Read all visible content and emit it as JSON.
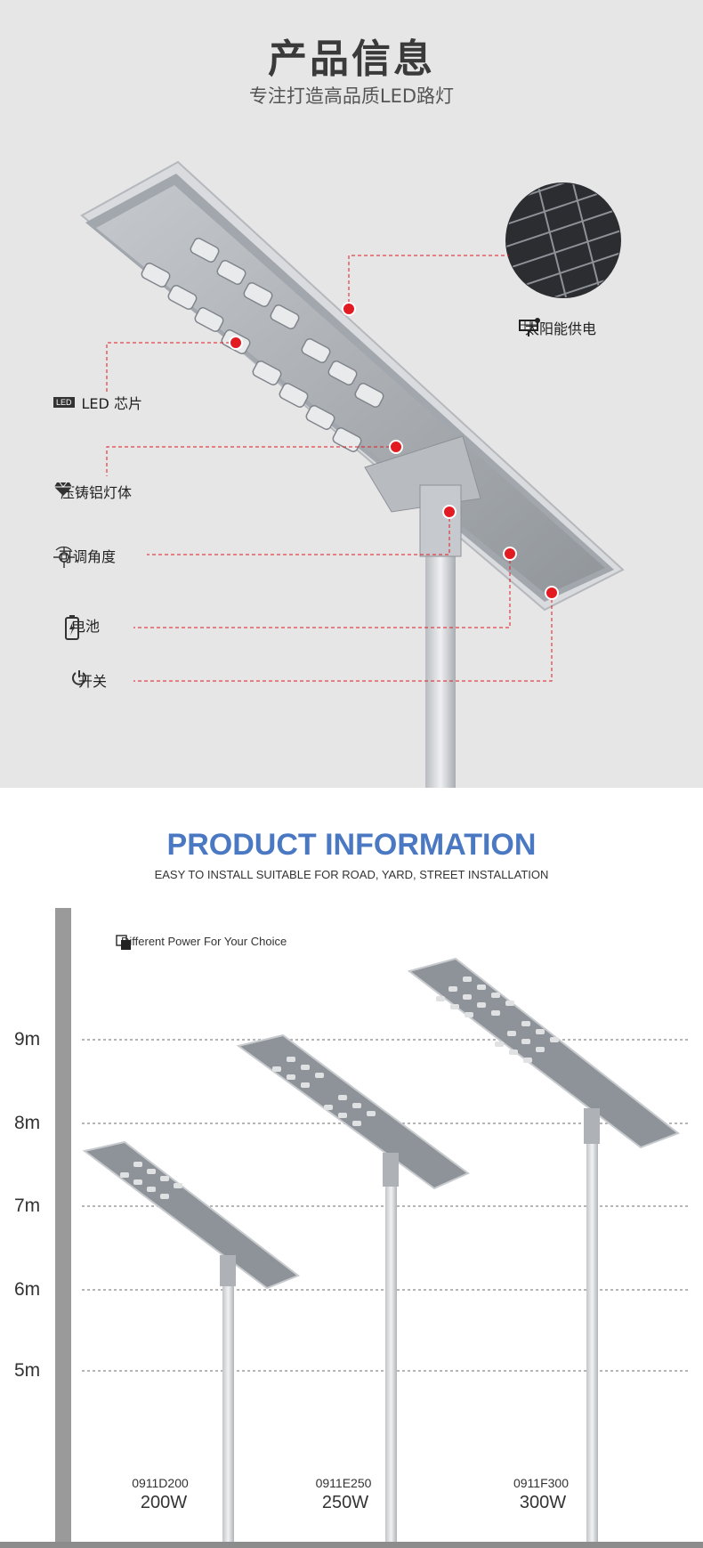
{
  "header": {
    "title": "产品信息",
    "subtitle": "专注打造高品质LED路灯"
  },
  "features": {
    "solar": "太阳能供电",
    "led_chip": "LED 芯片",
    "led_badge": "LED",
    "body": "压铸铝灯体",
    "adjustable": "可调角度",
    "battery": "电池",
    "switch": "开关"
  },
  "info": {
    "title": "PRODUCT INFORMATION",
    "subtitle": "EASY TO INSTALL SUITABLE FOR ROAD, YARD, STREET INSTALLATION",
    "choice": "Different Power For Your Choice",
    "heights": [
      "9m",
      "8m",
      "7m",
      "6m",
      "5m"
    ],
    "models": [
      {
        "code": "0911D200",
        "power": "200W"
      },
      {
        "code": "0911E250",
        "power": "250W"
      },
      {
        "code": "0911F300",
        "power": "300W"
      }
    ]
  },
  "colors": {
    "accent_blue": "#4a78c2",
    "marker_red": "#e21b23",
    "panel_gray": "#e6e6e6"
  }
}
